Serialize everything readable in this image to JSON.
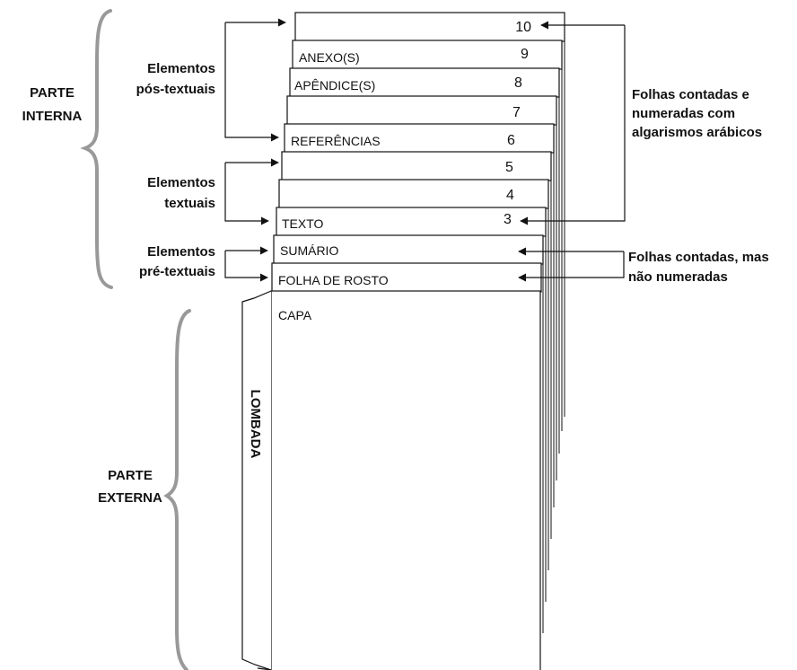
{
  "colors": {
    "bracket": "#999999",
    "line": "#111111",
    "page_fill": "#ffffff"
  },
  "parts": {
    "internal": [
      "PARTE",
      "INTERNA"
    ],
    "external": [
      "PARTE",
      "EXTERNA"
    ]
  },
  "groups": {
    "post_textual": [
      "Elementos",
      "pós-textuais"
    ],
    "textual": [
      "Elementos",
      "textuais"
    ],
    "pre_textual": [
      "Elementos",
      "pré-textuais"
    ]
  },
  "notes": {
    "counted_numbered": [
      "Folhas contadas e",
      "numeradas com",
      "algarismos arábicos"
    ],
    "counted_not_numbered": [
      "Folhas contadas, mas",
      "não numeradas"
    ]
  },
  "sheets": {
    "s10": {
      "label": "",
      "number": "10"
    },
    "s9": {
      "label": "ANEXO(S)",
      "number": "9"
    },
    "s8": {
      "label": "APÊNDICE(S)",
      "number": "8"
    },
    "s7": {
      "label": "",
      "number": "7"
    },
    "s6": {
      "label": "REFERÊNCIAS",
      "number": "6"
    },
    "s5": {
      "label": "",
      "number": "5"
    },
    "s4": {
      "label": "",
      "number": "4"
    },
    "s3": {
      "label": "TEXTO",
      "number": "3"
    },
    "s2": {
      "label": "SUMÁRIO",
      "number": ""
    },
    "s1": {
      "label": "FOLHA DE ROSTO",
      "number": ""
    }
  },
  "cover": {
    "label": "CAPA"
  },
  "spine": {
    "label": "LOMBADA"
  }
}
